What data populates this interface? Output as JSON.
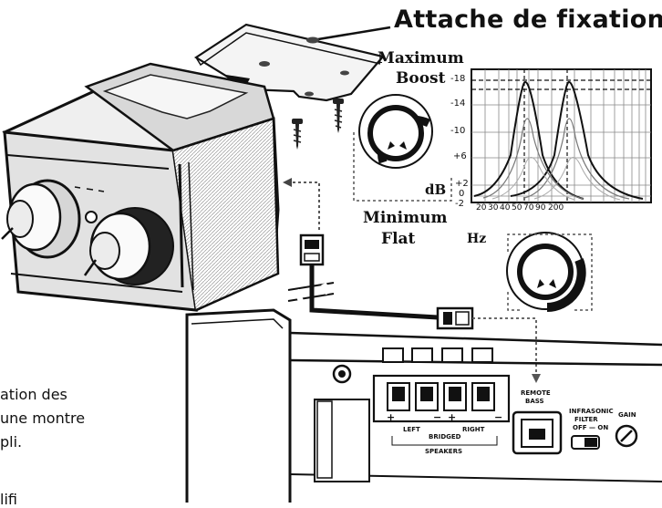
{
  "callout": "Attache de fixation",
  "knob": {
    "max_line1": "Maximum",
    "max_line2": "Boost",
    "min_line1": "Minimum",
    "min_line2": "Flat",
    "unit": "dB"
  },
  "graph": {
    "y_ticks": [
      "-18",
      "-14",
      "-10",
      "+6",
      "+2",
      "0",
      "-2"
    ],
    "x_ticks": [
      "20",
      "30",
      "40",
      "50",
      "70",
      "90",
      "200"
    ],
    "x_unit": "Hz"
  },
  "amp_panel": {
    "remote_line1": "REMOTE",
    "remote_line2": "BASS",
    "infrasonic_line1": "INFRASONIC",
    "infrasonic_line2": "FILTER",
    "off_on": "OFF — ON",
    "gain": "GAIN",
    "left": "LEFT",
    "right": "RIGHT",
    "bridged": "BRIDGED",
    "speakers": "SPEAKERS",
    "plus": "+",
    "minus": "−"
  },
  "caption": {
    "line1": "ation des",
    "line2": "une montre",
    "line3": "pli.",
    "line4": "lifi"
  },
  "colors": {
    "ink": "#111111",
    "paper": "#ffffff"
  }
}
